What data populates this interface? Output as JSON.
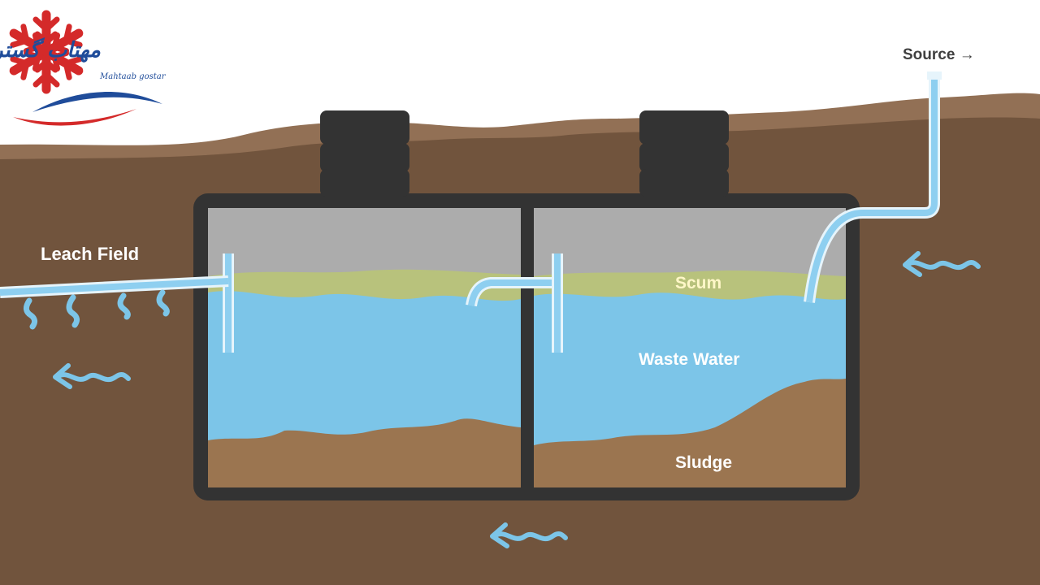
{
  "logo": {
    "name_fa": "مهتاب گستر",
    "name_en": "Mahtaab gostar",
    "colors": {
      "snowflake": "#d42a2a",
      "blue": "#1f4c9a",
      "red": "#d42a2a"
    }
  },
  "labels": {
    "source": "Source →",
    "leach_field": "Leach Field",
    "scum": "Scum",
    "waste_water": "Waste Water",
    "sludge": "Sludge"
  },
  "colors": {
    "soil": "#71543d",
    "soil_top": "#927055",
    "tank_wall": "#333333",
    "air": "#acacac",
    "scum": "#b8c27c",
    "water": "#7cc5e8",
    "sludge": "#9b7550",
    "pipe": "#8ecff0",
    "arrow": "#7cc5e8"
  },
  "icons": [
    "snowflake-icon",
    "flow-arrow-icon"
  ]
}
